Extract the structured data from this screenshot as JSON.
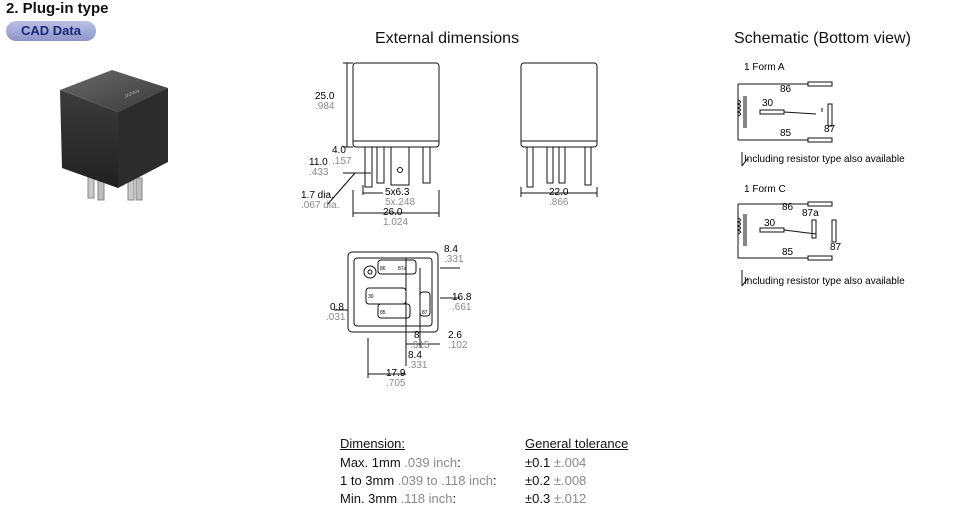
{
  "section": {
    "title": "2. Plug-in type",
    "cad_button": "CAD Data"
  },
  "headers": {
    "external": "External dimensions",
    "schematic": "Schematic (Bottom view)"
  },
  "dims_front": {
    "height_mm": "25.0",
    "height_in": ".984",
    "d4_mm": "4.0",
    "d4_in": ".157",
    "d11_mm": "11.0",
    "d11_in": ".433",
    "dia_mm": "1.7 dia.",
    "dia_in": ".067 dia.",
    "pin_mm": "5x6.3",
    "pin_in": "5x.248",
    "width_mm": "26.0",
    "width_in": "1.024"
  },
  "dims_side": {
    "width_mm": "22.0",
    "width_in": ".866"
  },
  "dims_bottom": {
    "a_mm": "8.4",
    "a_in": ".331",
    "b_mm": "16.8",
    "b_in": ".661",
    "c_mm": "0.8",
    "c_in": ".031",
    "d_mm": "8",
    "d_in": ".315",
    "e_mm": "2.6",
    "e_in": ".102",
    "f_mm": "8.4",
    "f_in": ".331",
    "g_mm": "17.9",
    "g_in": ".705",
    "pins": {
      "p86": "86",
      "p87a": "87a",
      "p30": "30",
      "p85": "85",
      "p87": "87"
    }
  },
  "schematic_a": {
    "title": "1 Form A",
    "p86": "86",
    "p30": "30",
    "p85": "85",
    "p87": "87",
    "note": "Including resistor type also available"
  },
  "schematic_c": {
    "title": "1 Form C",
    "p86": "86",
    "p87a": "87a",
    "p30": "30",
    "p85": "85",
    "p87": "87",
    "note": "Including resistor type also available"
  },
  "tolerance": {
    "h_dim": "Dimension:",
    "h_tol": "General tolerance",
    "rows": [
      {
        "label": "Max. 1mm",
        "inch": ".039 inch",
        "suffix": ":",
        "tol": "±0.1",
        "tol_in": "±.004"
      },
      {
        "label": "1 to 3mm",
        "inch": ".039 to .118 inch",
        "suffix": ":",
        "tol": "±0.2",
        "tol_in": "±.008"
      },
      {
        "label": "Min. 3mm",
        "inch": ".118 inch",
        "suffix": ":",
        "tol": "±0.3",
        "tol_in": "±.012"
      }
    ]
  }
}
